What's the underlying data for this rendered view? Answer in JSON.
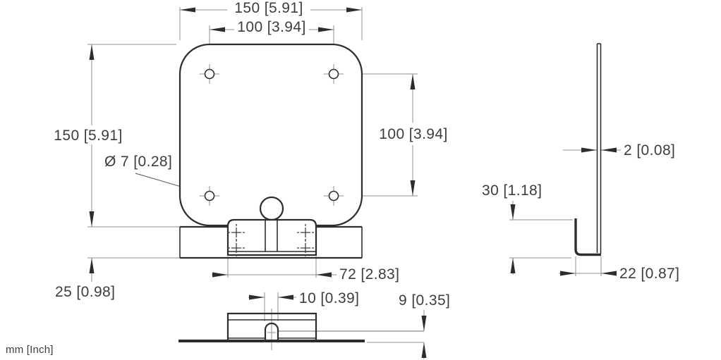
{
  "colors": {
    "object-line": "#2d2d2d",
    "thin-line": "#8f8f8f",
    "leader-line": "#6e6e6e",
    "text": "#3d3d3d",
    "background": "#ffffff"
  },
  "dimensions": {
    "plate_width": "150 [5.91]",
    "hole_spacing_horizontal": "100 [3.94]",
    "plate_height": "150 [5.91]",
    "hole_spacing_vertical": "100 [3.94]",
    "hole_diameter": "Ø 7 [0.28]",
    "bracket_width": "72 [2.83]",
    "foot_height": "25 [0.98]",
    "slot_width": "10 [0.39]",
    "standoff_height": "9 [0.35]",
    "bracket_height": "30 [1.18]",
    "plate_thickness": "2 [0.08]",
    "foot_depth": "22 [0.87]",
    "units_note": "mm [Inch]"
  }
}
